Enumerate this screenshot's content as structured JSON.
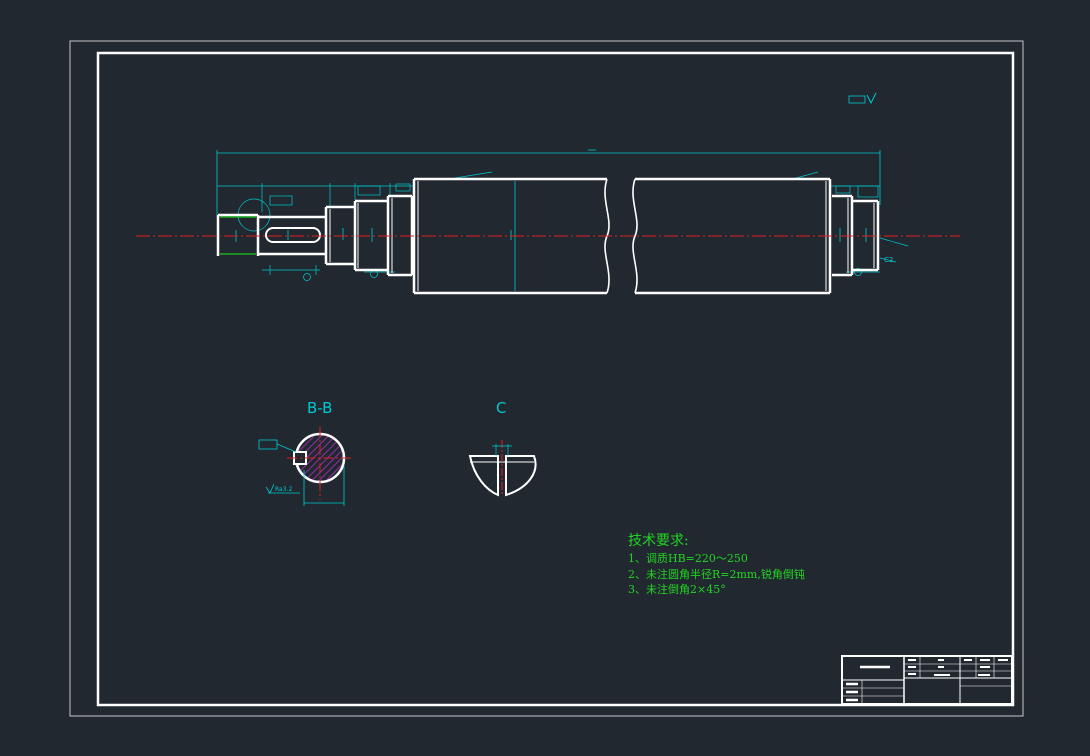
{
  "views": {
    "section_bb": "B-B",
    "detail_c": "C"
  },
  "requirements": {
    "title": "技术要求:",
    "items": [
      "1、调质HB=220～250",
      "2、未注圆角半径R=2mm,锐角倒钝",
      "3、未注倒角2×45°"
    ]
  },
  "annotations": {
    "chamfer_c2": "C2",
    "ra_label": "Ra3.2"
  },
  "colors": {
    "background": "#212830",
    "outline": "#ffffff",
    "dimension": "#00c8d0",
    "centerline": "#e02020",
    "requirements_text": "#22d422",
    "hatch": "#b030c0",
    "edge_highlight": "#1ec81e"
  }
}
